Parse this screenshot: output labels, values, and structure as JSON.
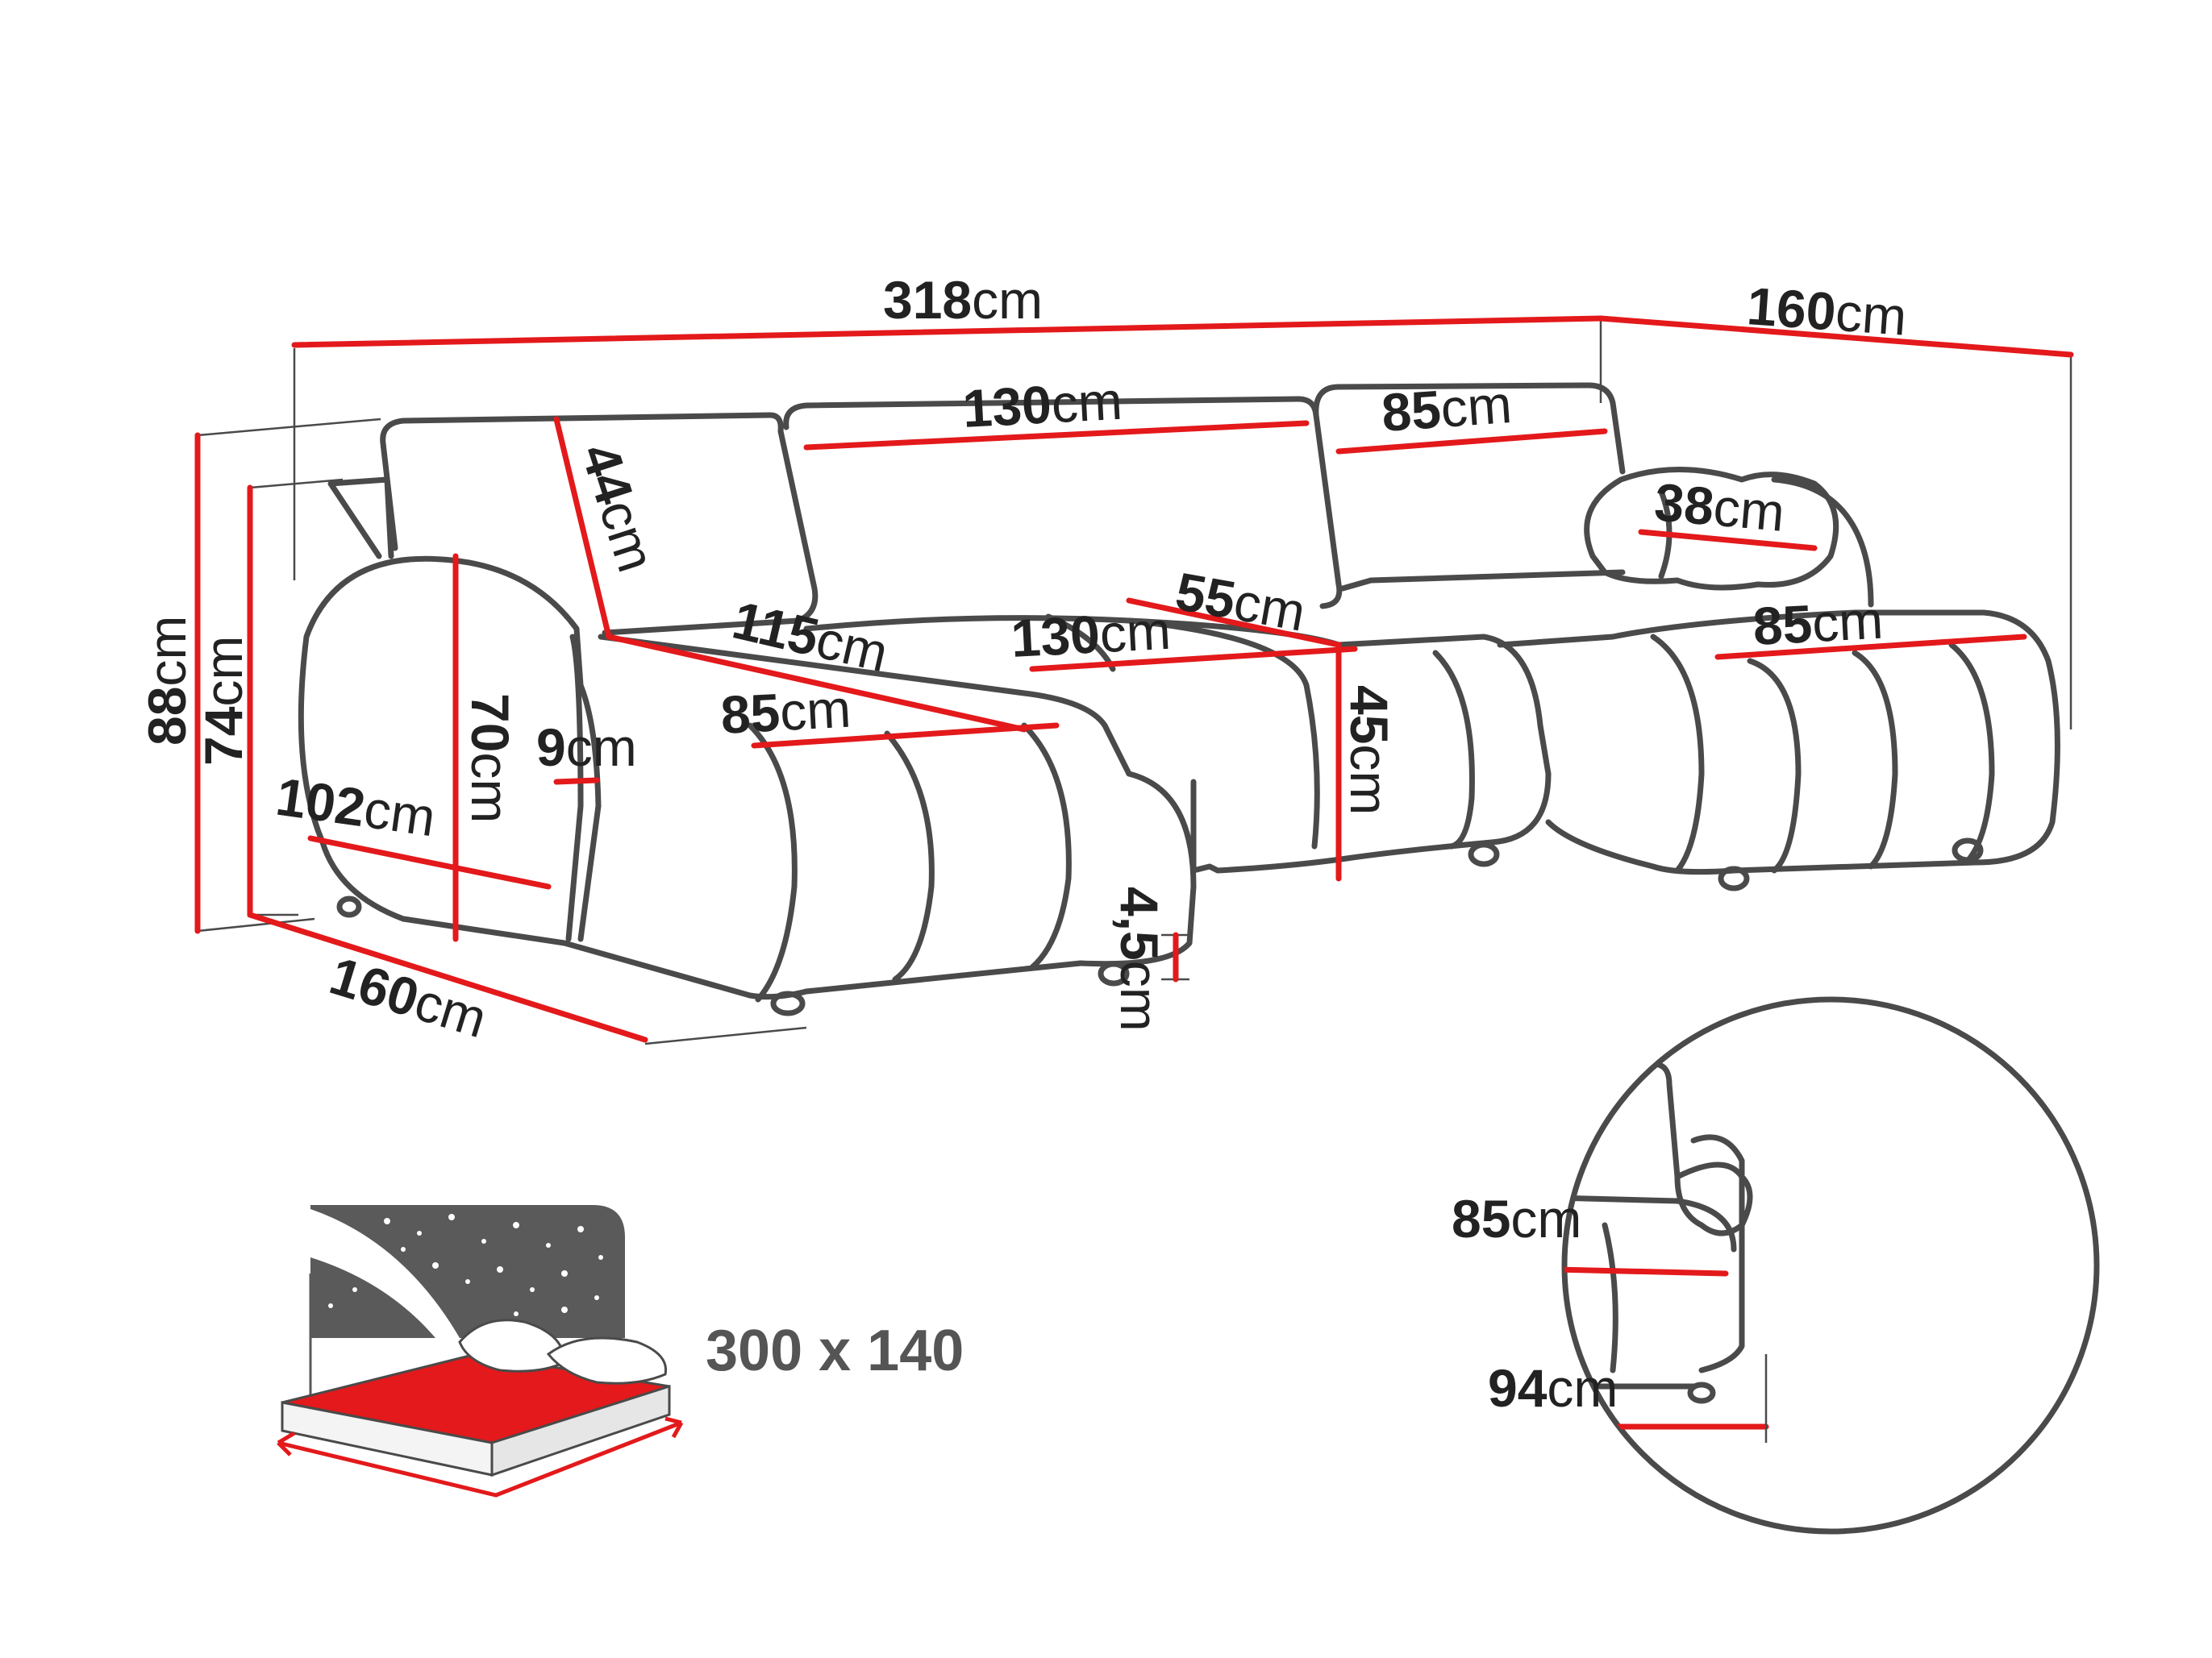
{
  "colors": {
    "dimension_line": "#e3191b",
    "outline": "#4a4a4a",
    "text": "#222222",
    "bed_icon_dark": "#5a5a5a",
    "bed_icon_red": "#e3191b"
  },
  "dimensions": {
    "total_width": {
      "value": "318",
      "unit": "cm"
    },
    "chaise_depth": {
      "value": "160",
      "unit": "cm"
    },
    "back_top_middle": {
      "value": "130",
      "unit": "cm"
    },
    "back_top_right": {
      "value": "85",
      "unit": "cm"
    },
    "back_height": {
      "value": "44",
      "unit": "cm"
    },
    "pillow": {
      "value": "38",
      "unit": "cm"
    },
    "seat_left_length": {
      "value": "115",
      "unit": "cm"
    },
    "seat_middle": {
      "value": "130",
      "unit": "cm"
    },
    "seat_depth_55": {
      "value": "55",
      "unit": "cm"
    },
    "chaise_width": {
      "value": "85",
      "unit": "cm"
    },
    "seat_depth_left": {
      "value": "85",
      "unit": "cm"
    },
    "armrest_width": {
      "value": "9",
      "unit": "cm"
    },
    "armrest_height": {
      "value": "70",
      "unit": "cm"
    },
    "seat_height": {
      "value": "45",
      "unit": "cm"
    },
    "height_88": {
      "value": "88",
      "unit": "cm"
    },
    "height_74": {
      "value": "74",
      "unit": "cm"
    },
    "armrest_depth": {
      "value": "102",
      "unit": "cm"
    },
    "left_depth": {
      "value": "160",
      "unit": "cm"
    },
    "leg_height": {
      "value": "4,5",
      "unit": "cm"
    },
    "detail_depth": {
      "value": "85",
      "unit": "cm"
    },
    "detail_width": {
      "value": "94",
      "unit": "cm"
    }
  },
  "sleeping_area": {
    "label": "300 x 140"
  }
}
